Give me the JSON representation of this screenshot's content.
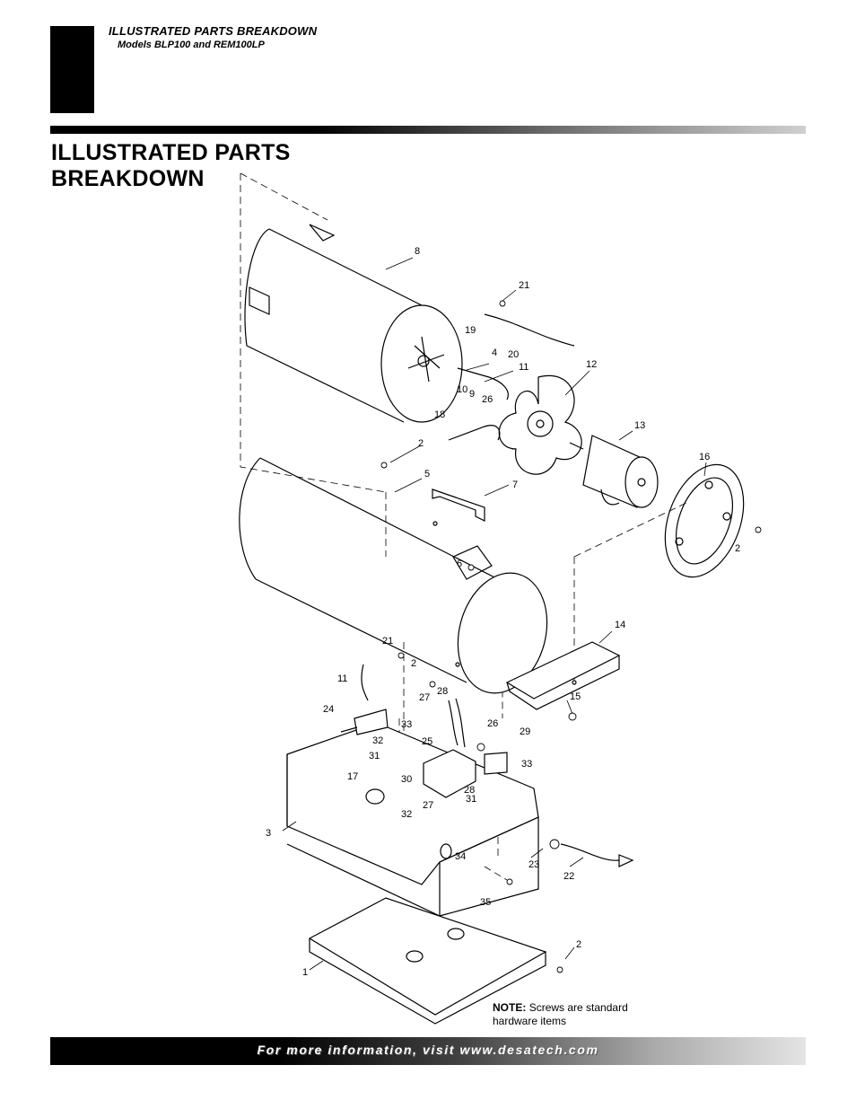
{
  "header": {
    "section_title": "ILLUSTRATED PARTS BREAKDOWN",
    "models": "Models BLP100 and REM100LP"
  },
  "page": {
    "title_line1": "ILLUSTRATED PARTS",
    "title_line2": "BREAKDOWN"
  },
  "callouts": {
    "c8": "8",
    "c21a": "21",
    "c19": "19",
    "c20": "20",
    "c4": "4",
    "c11a": "11",
    "c12": "12",
    "c10": "10",
    "c9": "9",
    "c26a": "26",
    "c18": "18",
    "c2a": "2",
    "c13": "13",
    "c16": "16",
    "c5": "5",
    "c7": "7",
    "c2b": "2",
    "c6": "6",
    "c14": "14",
    "c21b": "21",
    "c2c": "2",
    "c11b": "11",
    "c28a": "28",
    "c27a": "27",
    "c15": "15",
    "c24": "24",
    "c33a": "33",
    "c26b": "26",
    "c29": "29",
    "c25": "25",
    "c32a": "32",
    "c31a": "31",
    "c33b": "33",
    "c17": "17",
    "c30": "30",
    "c28b": "28",
    "c31b": "31",
    "c27b": "27",
    "c32b": "32",
    "c3": "3",
    "c34": "34",
    "c23": "23",
    "c22": "22",
    "c35": "35",
    "c2d": "2",
    "c1": "1"
  },
  "note": {
    "label": "NOTE:",
    "line1": "Screws are standard",
    "line2": "hardware items"
  },
  "footer": {
    "text": "For more information, visit www.desatech.com"
  }
}
